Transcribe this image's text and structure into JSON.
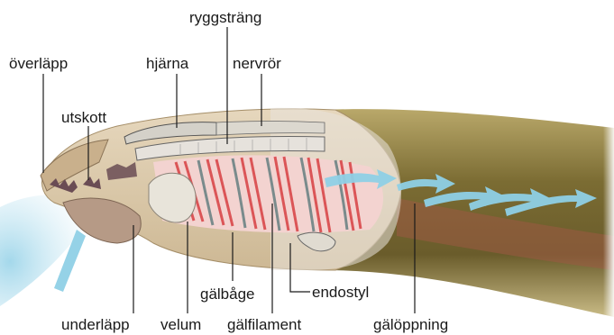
{
  "labels": {
    "ryggstrang": "ryggsträng",
    "overlapp": "överläpp",
    "hjarna": "hjärna",
    "nervror": "nervrör",
    "utskott": "utskott",
    "galbage": "gälbåge",
    "endostyl": "endostyl",
    "underlapp": "underläpp",
    "velum": "velum",
    "galfilament": "gälfilament",
    "galoppning": "gälöppning"
  },
  "colors": {
    "body_skin": "#8a7a3c",
    "body_shade": "#5f5426",
    "tissue": "#d9c7a9",
    "muscle": "#d9484a",
    "water_flow": "#8fd0e6",
    "notochord": "#e6e2dc",
    "label_text": "#1a1a1a"
  }
}
